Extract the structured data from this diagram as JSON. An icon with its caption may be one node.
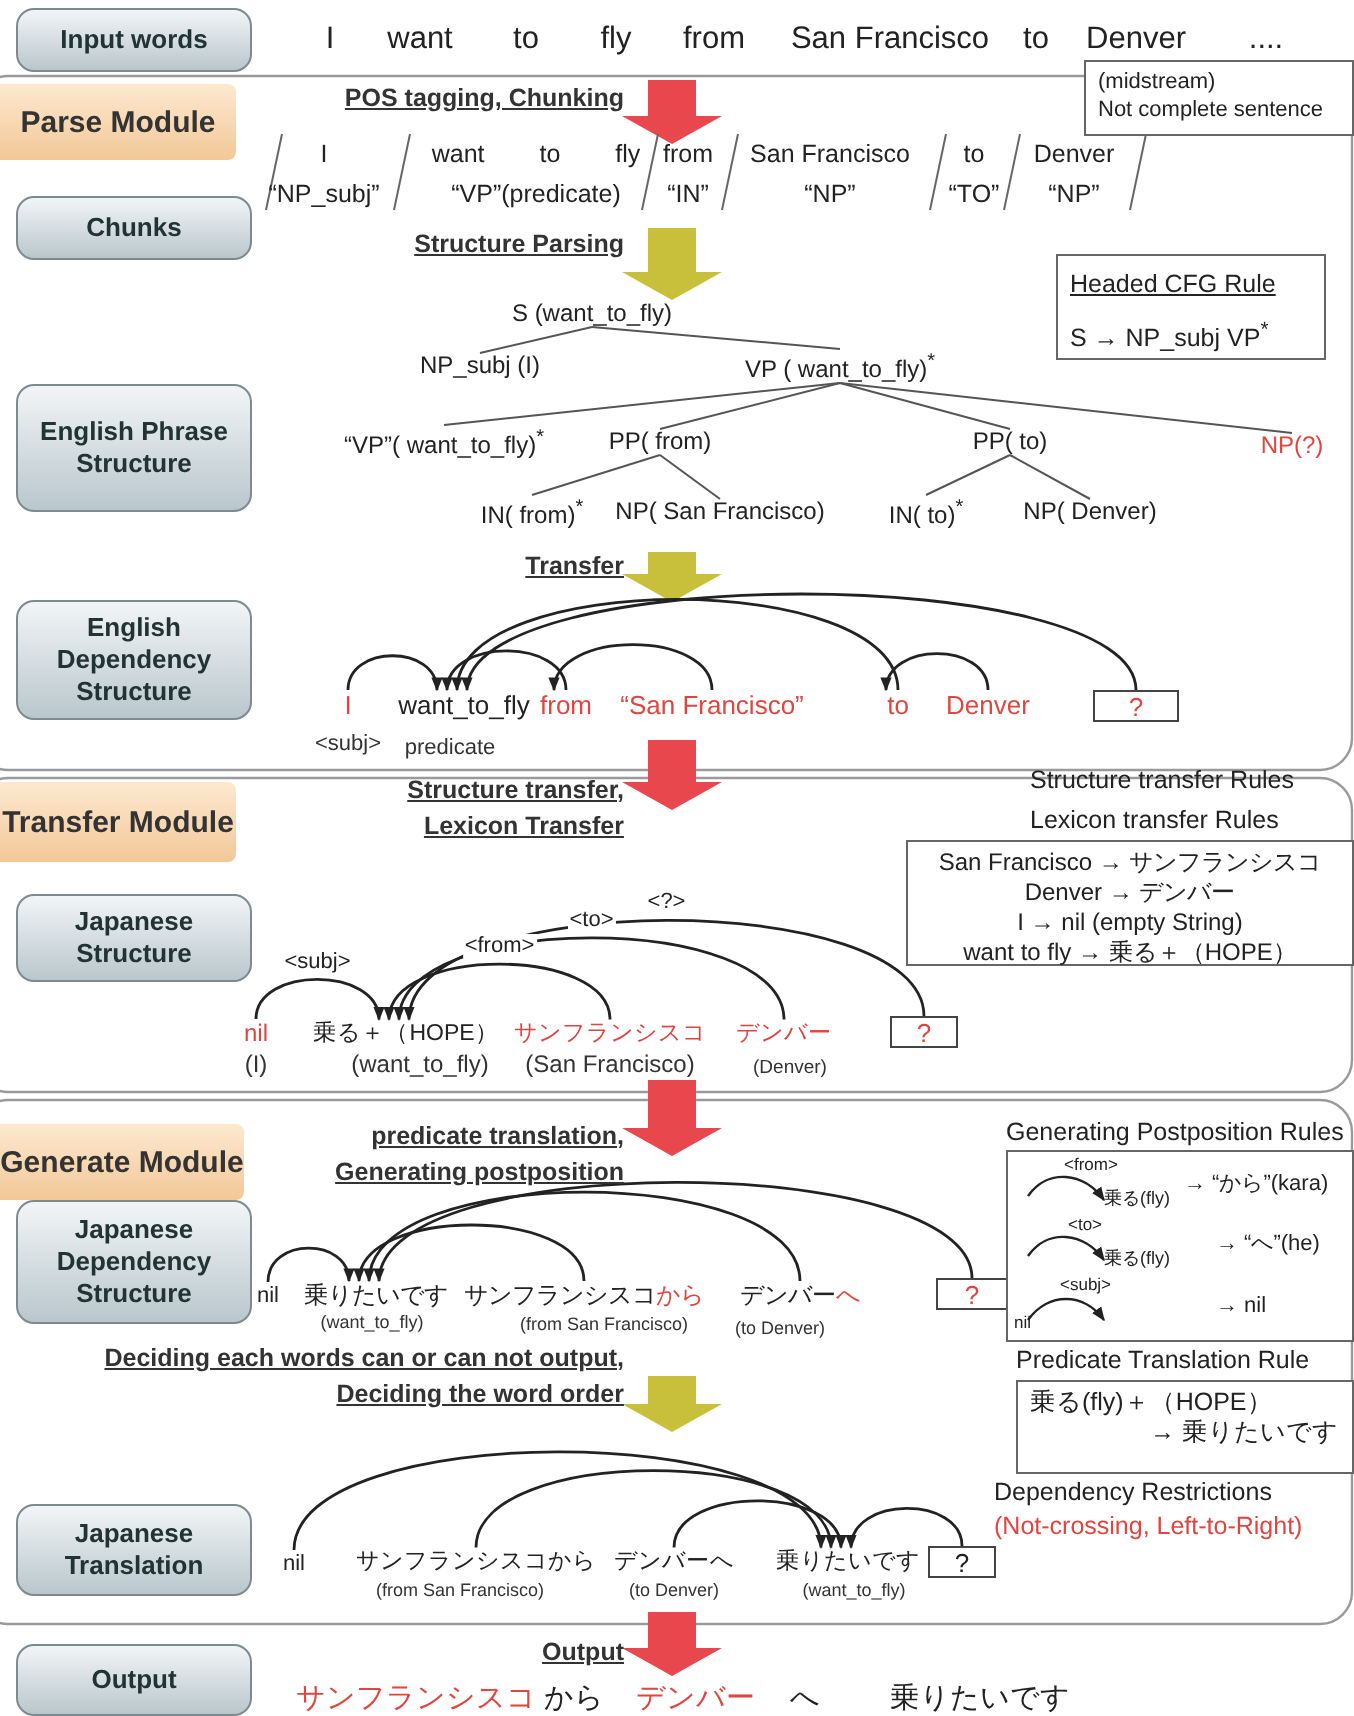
{
  "diagram": {
    "nodes": [
      {
        "text": [
          "Input words"
        ]
      },
      {
        "text": [
          "Parse Module"
        ]
      },
      {
        "text": [
          "Chunks"
        ]
      },
      {
        "text": [
          "English Phrase Structure"
        ]
      },
      {
        "text": [
          "English Dependency Structure"
        ]
      },
      {
        "text": [
          "Transfer Module"
        ]
      },
      {
        "text": [
          "Japanese Structure"
        ]
      },
      {
        "text": [
          "Generate Module"
        ]
      },
      {
        "text": [
          "Japanese Dependency Structure"
        ]
      },
      {
        "text": [
          "Japanese Translation"
        ]
      },
      {
        "text": [
          "Output"
        ]
      },
      {
        "text": [
          "S (want_to_fly)"
        ]
      },
      {
        "text": [
          "NP_subj (I)"
        ]
      },
      {
        "text": [
          "VP ( want_to_fly)$^{*}$"
        ]
      },
      {
        "text": [
          "“VP”( want_to_fly)$^{*}$"
        ]
      },
      {
        "text": [
          "PP( from)"
        ]
      },
      {
        "text": [
          "PP( to)"
        ]
      },
      {
        "text": [
          "NP(?)"
        ]
      },
      {
        "text": [
          "IN( from)$^{*}$"
        ]
      },
      {
        "text": [
          "NP( San Francisco)"
        ]
      },
      {
        "text": [
          "IN( to)$^{*}$"
        ]
      },
      {
        "text": [
          "NP( Denver)"
        ]
      },
      {
        "text": [
          "I"
        ],
        "beside": [
          "<subj>"
        ]
      },
      {
        "text": [
          "want_to_fly"
        ],
        "beside": [
          "predicate"
        ]
      },
      {
        "text": [
          "from"
        ]
      },
      {
        "text": [
          "“San Francisco”"
        ]
      },
      {
        "text": [
          "to"
        ]
      },
      {
        "text": [
          "Denver"
        ]
      },
      {
        "text": [
          "?"
        ]
      },
      {
        "text": [
          "nil"
        ],
        "beside": [
          "(I)"
        ]
      },
      {
        "text": [
          "乗る＋（HOPE）"
        ],
        "beside": [
          "(want_to_fly)"
        ]
      },
      {
        "text": [
          "サンフランシスコ"
        ],
        "beside": [
          "(San Francisco)"
        ]
      },
      {
        "text": [
          "デンバー"
        ],
        "beside": [
          "(Denver)"
        ]
      },
      {
        "text": [
          "?"
        ]
      },
      {
        "text": [
          "nil"
        ]
      },
      {
        "text": [
          "乗りたいです"
        ],
        "beside": [
          "(want_to_fly)"
        ]
      },
      {
        "text": [
          "サンフランシスコ",
          "から"
        ],
        "beside": [
          "(from San Francisco)"
        ]
      },
      {
        "text": [
          "デンバー",
          "へ"
        ],
        "beside": [
          "(to Denver)"
        ]
      },
      {
        "text": [
          "?"
        ]
      },
      {
        "text": [
          "nil"
        ]
      },
      {
        "text": [
          "サンフランシスコから"
        ],
        "beside": [
          "(from San Francisco)"
        ]
      },
      {
        "text": [
          "デンバーへ"
        ],
        "beside": [
          "(to Denver)"
        ]
      },
      {
        "text": [
          "乗りたいです"
        ],
        "beside": [
          "(want_to_fly)"
        ]
      },
      {
        "text": [
          "?"
        ]
      },
      {
        "text": [
          "Headed CFG Rule",
          "S → NP_subj VP$^{*}$"
        ]
      },
      {
        "text": [
          "Structure transfer Rules",
          "Lexicon transfer Rules",
          "San Francisco → サンフランシスコ",
          "Denver → デンバー",
          "I → nil (empty String)",
          "want to fly → 乗る＋（HOPE）"
        ]
      },
      {
        "text": [
          "(midstream)",
          "Not complete sentence"
        ]
      },
      {
        "text": [
          "Generating Postposition Rules",
          "<from>",
          "乗る(fly)",
          "→ “から”(kara)",
          "<to>",
          "乗る(fly)",
          "→ “へ”(he)",
          "<subj>",
          "nil",
          "→ nil"
        ]
      },
      {
        "text": [
          "Predicate Translation Rule",
          "乗る(fly)＋（HOPE）",
          "→ 乗りたいです"
        ]
      }
    ],
    "edges": [
      {
        "from": 11,
        "to": 12,
        "arrow": "none"
      },
      {
        "from": 11,
        "to": 13,
        "arrow": "none"
      },
      {
        "from": 13,
        "to": 14,
        "arrow": "none"
      },
      {
        "from": 13,
        "to": 15,
        "arrow": "none"
      },
      {
        "from": 13,
        "to": 16,
        "arrow": "none"
      },
      {
        "from": 13,
        "to": 17,
        "arrow": "none"
      },
      {
        "from": 15,
        "to": 18,
        "arrow": "none"
      },
      {
        "from": 15,
        "to": 19,
        "arrow": "none"
      },
      {
        "from": 16,
        "to": 20,
        "arrow": "none"
      },
      {
        "from": 16,
        "to": 21,
        "arrow": "none"
      },
      {
        "from": 22,
        "to": 23,
        "arrow": "to"
      },
      {
        "from": 24,
        "to": 23,
        "arrow": "to"
      },
      {
        "from": 25,
        "to": 24,
        "arrow": "to"
      },
      {
        "from": 26,
        "to": 23,
        "arrow": "to"
      },
      {
        "from": 27,
        "to": 26,
        "arrow": "to"
      },
      {
        "from": 28,
        "to": 23,
        "arrow": "to"
      },
      {
        "from": 29,
        "to": 30,
        "arrow": "to",
        "label": "<subj>"
      },
      {
        "from": 31,
        "to": 30,
        "arrow": "to",
        "label": "<from>"
      },
      {
        "from": 32,
        "to": 30,
        "arrow": "to",
        "label": "<to>"
      },
      {
        "from": 33,
        "to": 30,
        "arrow": "to",
        "label": "<?>"
      },
      {
        "from": 34,
        "to": 35,
        "arrow": "to"
      },
      {
        "from": 36,
        "to": 35,
        "arrow": "to"
      },
      {
        "from": 37,
        "to": 35,
        "arrow": "to"
      },
      {
        "from": 38,
        "to": 35,
        "arrow": "to"
      },
      {
        "from": 39,
        "to": 42,
        "arrow": "to"
      },
      {
        "from": 40,
        "to": 42,
        "arrow": "to"
      },
      {
        "from": 41,
        "to": 42,
        "arrow": "to"
      },
      {
        "from": 43,
        "to": 42,
        "arrow": "to"
      }
    ],
    "labels": [
      "I",
      "want",
      "to",
      "fly",
      "from",
      "San Francisco",
      "to",
      "Denver",
      "....",
      "POS tagging, Chunking",
      "I",
      "“NP_subj”",
      "want to fly",
      "“VP”(predicate)",
      "from",
      "“IN”",
      "San Francisco",
      "“NP”",
      "to",
      "“TO”",
      "Denver",
      "“NP”",
      "Structure Parsing",
      "Transfer",
      "Structure transfer, Lexicon Transfer",
      "predicate translation, Generating postposition",
      "Deciding each words can or can not output, Deciding the word order",
      "Dependency Restrictions",
      "(Not-crossing, Left-to-Right)",
      "Output",
      "サンフランシスコ",
      "から",
      "デンバー",
      "へ",
      "乗りたいです"
    ]
  }
}
